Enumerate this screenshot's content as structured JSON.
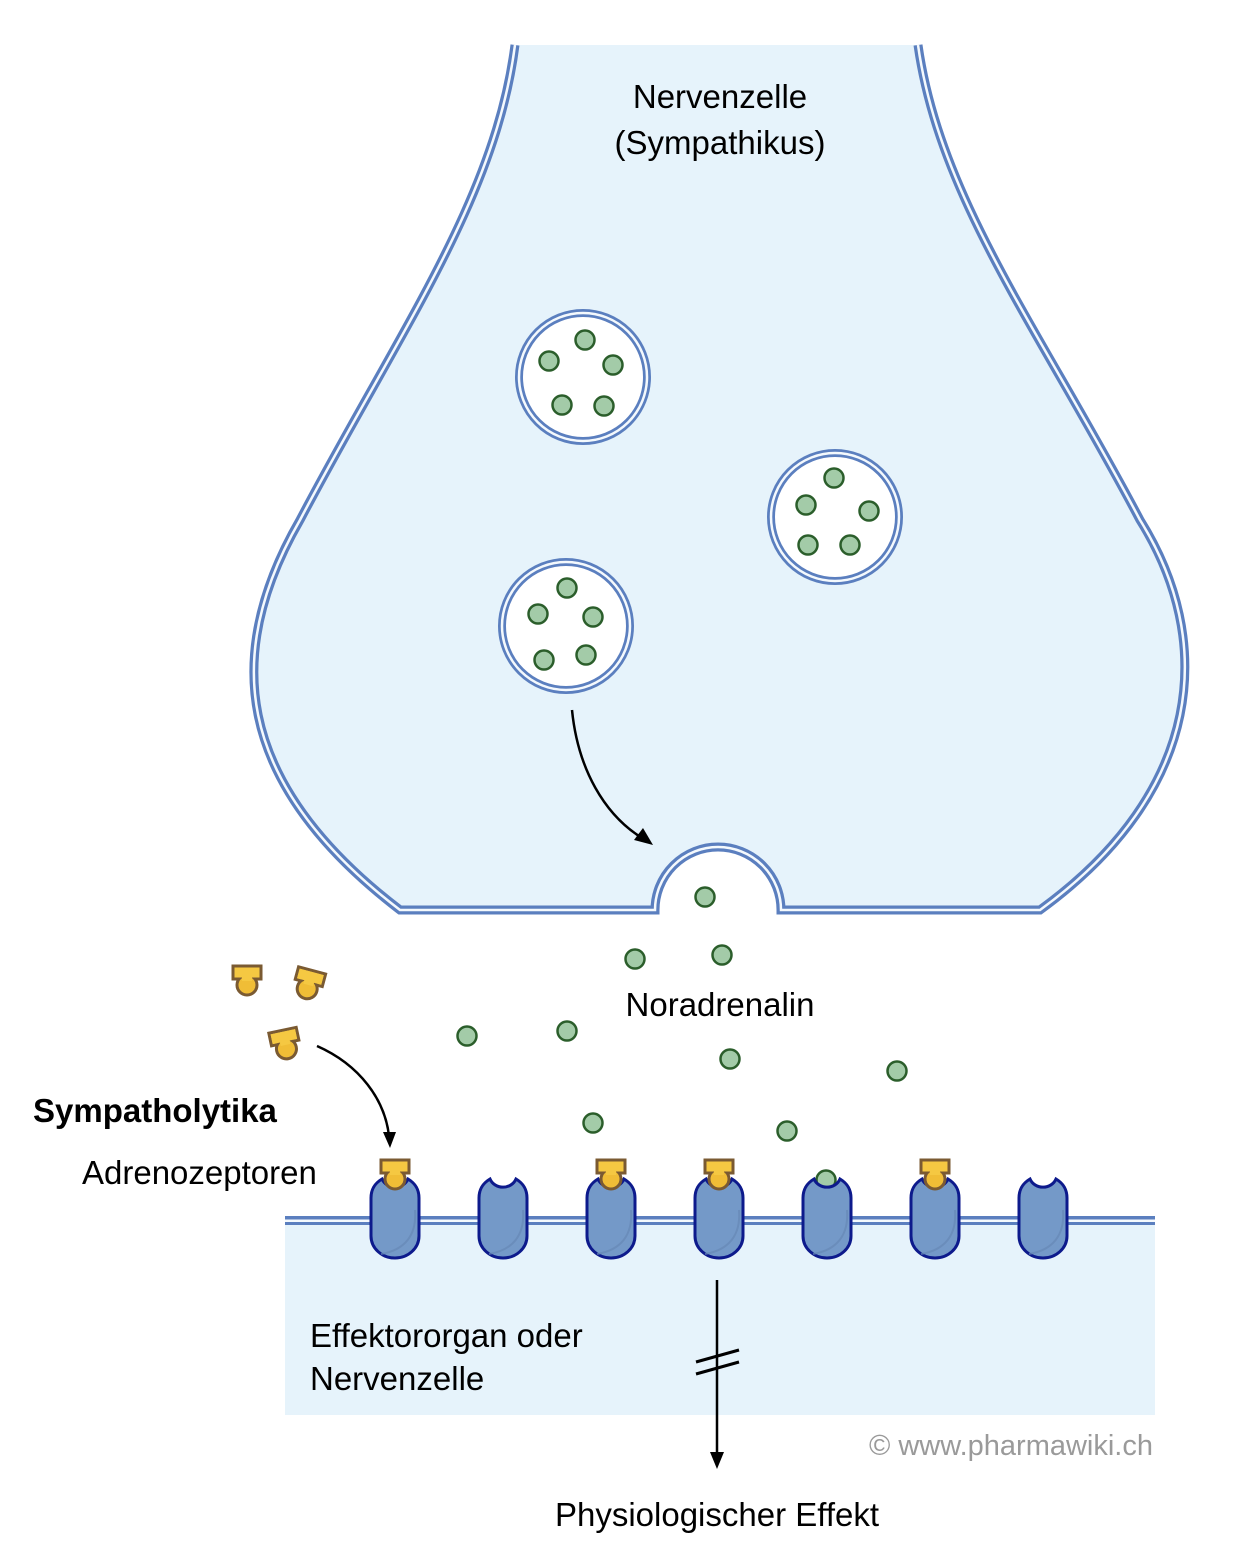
{
  "labels": {
    "neuron_line1": "Nervenzelle",
    "neuron_line2": "(Sympathikus)",
    "neurotransmitter": "Noradrenalin",
    "drug_class": "Sympatholytika",
    "receptors": "Adrenozeptoren",
    "target_line1": "Effektororgan oder",
    "target_line2": "Nervenzelle",
    "effect": "Physiologischer Effekt"
  },
  "watermark": "© www.pharmawiki.ch",
  "colors": {
    "membrane": "#5b7fbf",
    "cell_fill": "#e6f3fb",
    "receptor_fill": "#7499c8",
    "receptor_stroke": "#0d1a8c",
    "noradrenalin_fill": "#a3cba8",
    "noradrenalin_stroke": "#2b5e2b",
    "antagonist_fill": "#f5c842",
    "antagonist_stroke": "#7a5a32"
  }
}
